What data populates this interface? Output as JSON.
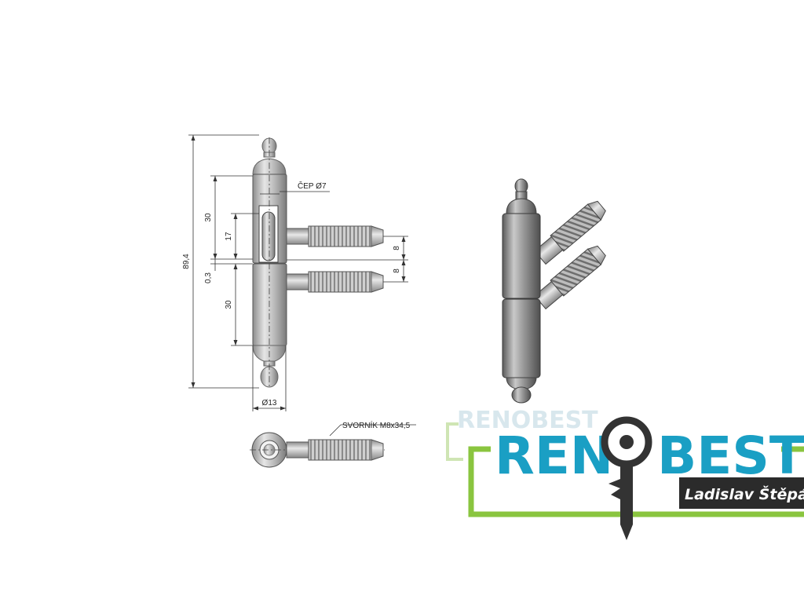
{
  "drawing": {
    "overall_height": "89,4",
    "upper_leaf_length": "30",
    "lower_leaf_length": "30",
    "pin_slot_length": "17",
    "gap": "0,3",
    "bolt_offset_upper": "8",
    "bolt_offset_lower": "8",
    "pin_label": "ČEP Ø7",
    "diameter_label": "Ø13",
    "bolt_label": "SVORNÍK M8x34,5"
  },
  "logo": {
    "brand_left": "REN",
    "brand_right": "BEST",
    "watermark": "RENOBEST",
    "owner": "Ladislav Štěpán"
  },
  "colors": {
    "brand_blue": "#1a9fc4",
    "brand_green": "#8ac53f",
    "key_dark": "#333333",
    "sign_bg": "#2b2b2b"
  }
}
